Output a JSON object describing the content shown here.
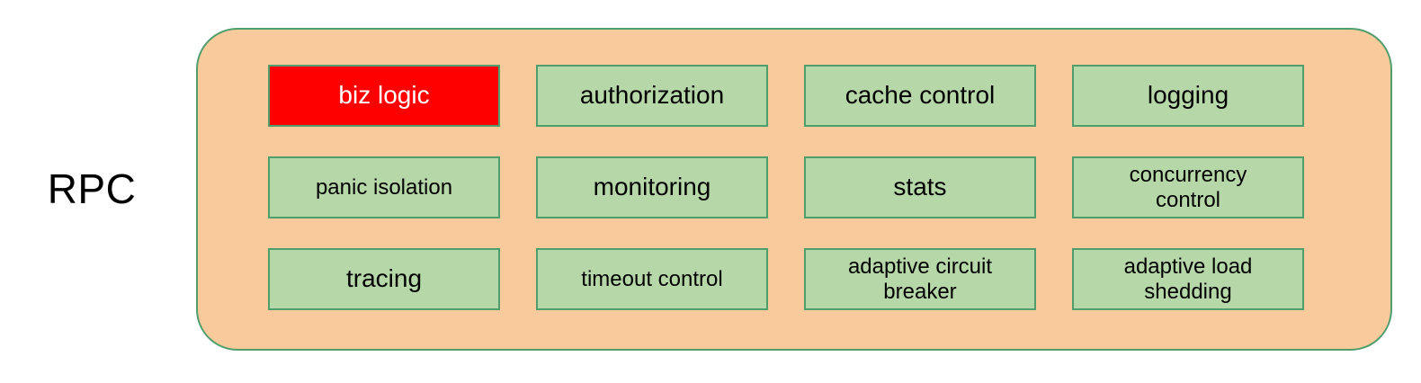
{
  "title": {
    "label": "RPC"
  },
  "colors": {
    "container_fill": "#f9cb9c",
    "container_border": "#519e6d",
    "box_fill": "#b6d7a8",
    "box_border": "#519e6d",
    "highlight_fill": "#fe0000",
    "highlight_text": "#ffffff"
  },
  "boxes": [
    {
      "label": "biz logic",
      "highlighted": true
    },
    {
      "label": "authorization",
      "highlighted": false
    },
    {
      "label": "cache control",
      "highlighted": false
    },
    {
      "label": "logging",
      "highlighted": false
    },
    {
      "label": "panic isolation",
      "highlighted": false
    },
    {
      "label": "monitoring",
      "highlighted": false
    },
    {
      "label": "stats",
      "highlighted": false
    },
    {
      "label": "concurrency\ncontrol",
      "highlighted": false
    },
    {
      "label": "tracing",
      "highlighted": false
    },
    {
      "label": "timeout control",
      "highlighted": false
    },
    {
      "label": "adaptive circuit\nbreaker",
      "highlighted": false
    },
    {
      "label": "adaptive load\nshedding",
      "highlighted": false
    }
  ]
}
